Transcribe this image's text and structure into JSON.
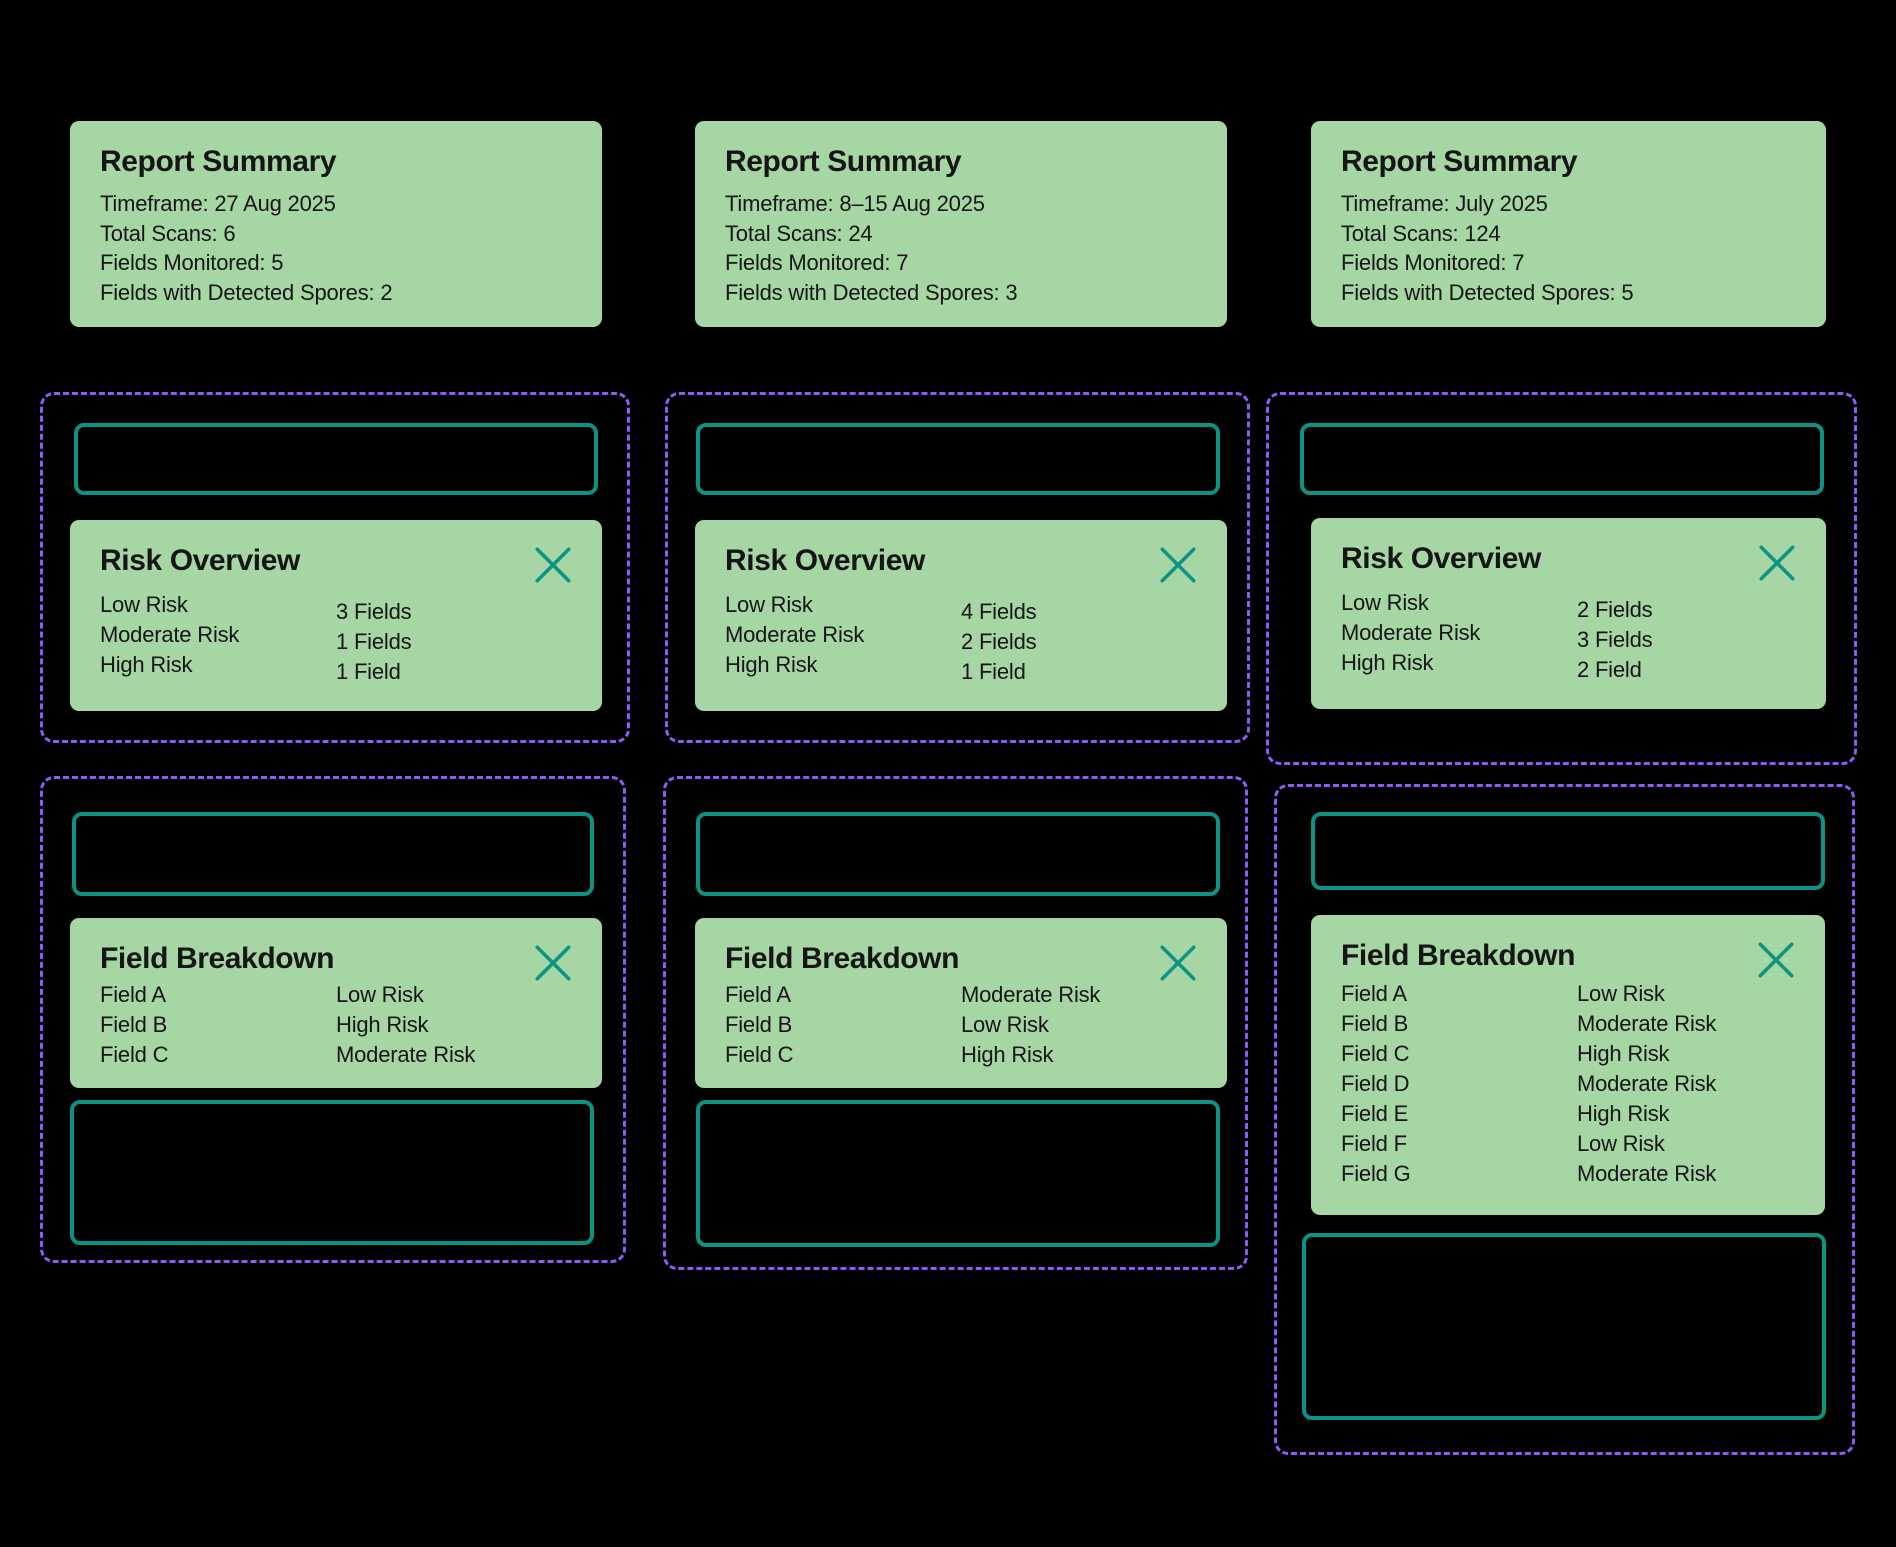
{
  "colors": {
    "background": "#000000",
    "card_green": "#a6d6a4",
    "teal_accent": "#0d9384",
    "purple_dashed": "#8c5cf6",
    "text": "#151515"
  },
  "columns": [
    {
      "report_summary": {
        "title": "Report Summary",
        "lines": [
          "Timeframe: 27 Aug 2025",
          "Total Scans: 6",
          "Fields Monitored: 5",
          "Fields with Detected Spores: 2"
        ]
      },
      "risk_overview": {
        "title": "Risk Overview",
        "close_icon": "x",
        "rows": [
          {
            "label": "Low Risk",
            "value": "3 Fields"
          },
          {
            "label": "Moderate Risk",
            "value": "1 Fields"
          },
          {
            "label": "High Risk",
            "value": "1 Field"
          }
        ]
      },
      "field_breakdown": {
        "title": "Field Breakdown",
        "close_icon": "x",
        "rows": [
          {
            "label": "Field A",
            "value": "Low Risk"
          },
          {
            "label": "Field B",
            "value": "High Risk"
          },
          {
            "label": "Field C",
            "value": "Moderate Risk"
          }
        ]
      }
    },
    {
      "report_summary": {
        "title": "Report Summary",
        "lines": [
          "Timeframe: 8–15 Aug 2025",
          "Total Scans: 24",
          "Fields Monitored: 7",
          "Fields with Detected Spores: 3"
        ]
      },
      "risk_overview": {
        "title": "Risk Overview",
        "close_icon": "x",
        "rows": [
          {
            "label": "Low Risk",
            "value": "4 Fields"
          },
          {
            "label": "Moderate Risk",
            "value": "2 Fields"
          },
          {
            "label": "High Risk",
            "value": "1 Field"
          }
        ]
      },
      "field_breakdown": {
        "title": "Field Breakdown",
        "close_icon": "x",
        "rows": [
          {
            "label": "Field A",
            "value": "Moderate Risk"
          },
          {
            "label": "Field B",
            "value": "Low Risk"
          },
          {
            "label": "Field C",
            "value": "High Risk"
          }
        ]
      }
    },
    {
      "report_summary": {
        "title": "Report Summary",
        "lines": [
          "Timeframe: July 2025",
          "Total Scans: 124",
          "Fields Monitored: 7",
          "Fields with Detected Spores: 5"
        ]
      },
      "risk_overview": {
        "title": "Risk Overview",
        "close_icon": "x",
        "rows": [
          {
            "label": "Low Risk",
            "value": "2 Fields"
          },
          {
            "label": "Moderate Risk",
            "value": "3 Fields"
          },
          {
            "label": "High Risk",
            "value": "2 Field"
          }
        ]
      },
      "field_breakdown": {
        "title": "Field Breakdown",
        "close_icon": "x",
        "rows": [
          {
            "label": "Field A",
            "value": "Low Risk"
          },
          {
            "label": "Field B",
            "value": "Moderate Risk"
          },
          {
            "label": "Field C",
            "value": "High Risk"
          },
          {
            "label": "Field D",
            "value": "Moderate Risk"
          },
          {
            "label": "Field E",
            "value": "High Risk"
          },
          {
            "label": "Field F",
            "value": "Low Risk"
          },
          {
            "label": "Field G",
            "value": "Moderate Risk"
          }
        ]
      }
    }
  ]
}
